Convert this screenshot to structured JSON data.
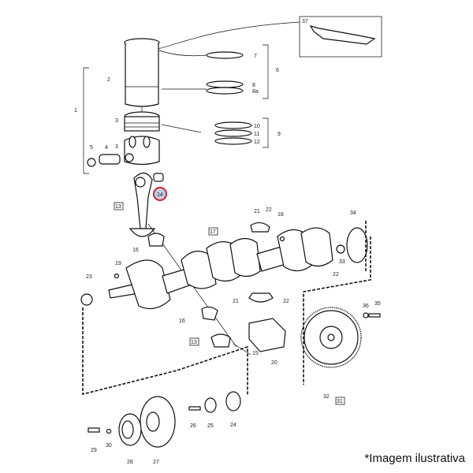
{
  "diagram": {
    "callouts": [
      {
        "id": "c37",
        "text": "37"
      },
      {
        "id": "c7",
        "text": "7"
      },
      {
        "id": "c6",
        "text": "6"
      },
      {
        "id": "c2",
        "text": "2"
      },
      {
        "id": "c8",
        "text": "8"
      },
      {
        "id": "c8a",
        "text": "8a"
      },
      {
        "id": "c1",
        "text": "1"
      },
      {
        "id": "c3a",
        "text": "3"
      },
      {
        "id": "c10",
        "text": "10"
      },
      {
        "id": "c11",
        "text": "11"
      },
      {
        "id": "c9",
        "text": "9"
      },
      {
        "id": "c12",
        "text": "12"
      },
      {
        "id": "c3b",
        "text": "3"
      },
      {
        "id": "c5",
        "text": "5"
      },
      {
        "id": "c4",
        "text": "4"
      },
      {
        "id": "c14",
        "text": "14"
      },
      {
        "id": "c13a",
        "text": "13"
      },
      {
        "id": "c21a",
        "text": "21"
      },
      {
        "id": "c22a",
        "text": "22"
      },
      {
        "id": "c18",
        "text": "18"
      },
      {
        "id": "c34",
        "text": "34"
      },
      {
        "id": "c17",
        "text": "17"
      },
      {
        "id": "c16a",
        "text": "16"
      },
      {
        "id": "c19",
        "text": "19"
      },
      {
        "id": "c33",
        "text": "33"
      },
      {
        "id": "c22b",
        "text": "22"
      },
      {
        "id": "c23",
        "text": "23"
      },
      {
        "id": "c21b",
        "text": "21"
      },
      {
        "id": "c22c",
        "text": "22"
      },
      {
        "id": "c36",
        "text": "36"
      },
      {
        "id": "c35",
        "text": "35"
      },
      {
        "id": "c16b",
        "text": "16"
      },
      {
        "id": "c13b",
        "text": "13"
      },
      {
        "id": "c15",
        "text": "15"
      },
      {
        "id": "c20a",
        "text": "20"
      },
      {
        "id": "c32",
        "text": "32"
      },
      {
        "id": "c31",
        "text": "31"
      },
      {
        "id": "c26",
        "text": "26"
      },
      {
        "id": "c25",
        "text": "25"
      },
      {
        "id": "c24",
        "text": "24"
      },
      {
        "id": "c29",
        "text": "29"
      },
      {
        "id": "c30",
        "text": "30"
      },
      {
        "id": "c28",
        "text": "28"
      },
      {
        "id": "c27",
        "text": "27"
      }
    ],
    "highlighted_part": "14",
    "highlight_color": "#d9303a",
    "highlight_fill": "#b9d3ec"
  },
  "caption": "*Imagem ilustrativa"
}
